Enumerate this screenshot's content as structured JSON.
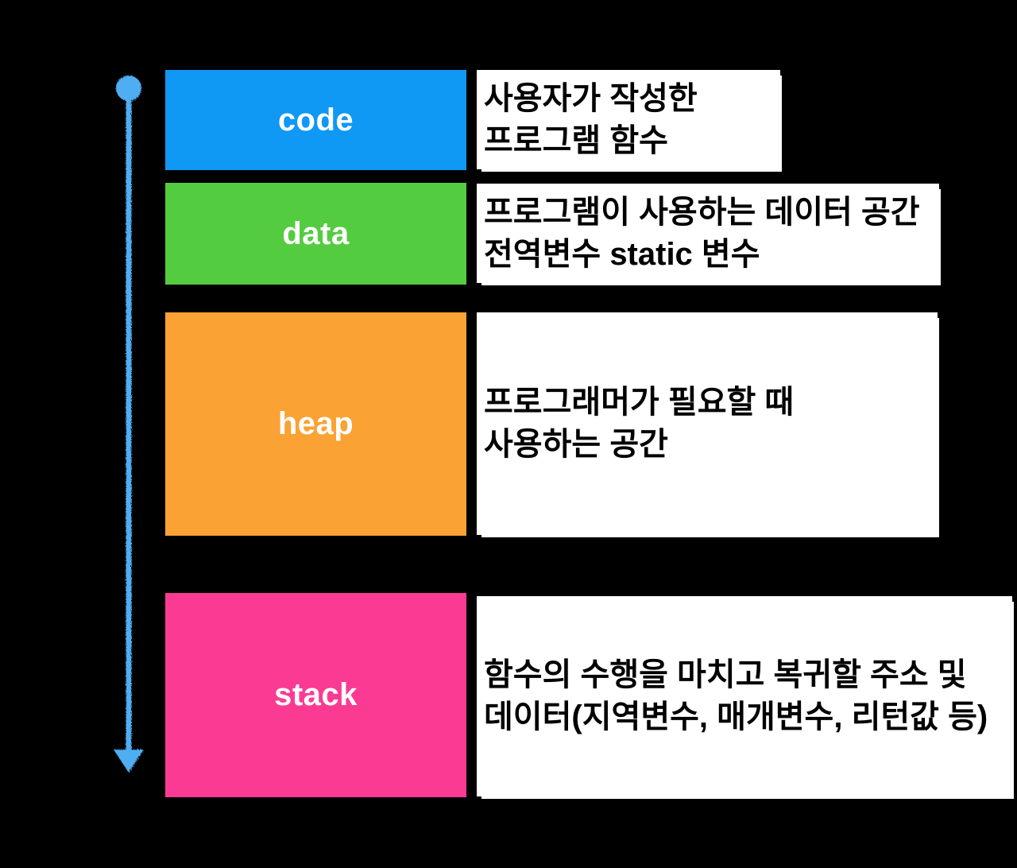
{
  "diagram": {
    "background_color": "#000000",
    "label_color": "#FFFFFF",
    "description_text_color": "#000000",
    "description_box_color": "#FFFFFF"
  },
  "arrow": {
    "semantic": "memory-address-direction-arrow-top-to-bottom",
    "color": "#4FAEF2"
  },
  "blocks": [
    {
      "label": "code",
      "color": "#0F98F4",
      "description_lines": [
        "사용자가 작성한",
        "프로그램 함수"
      ]
    },
    {
      "label": "data",
      "color": "#54CC40",
      "description_lines": [
        "프로그램이 사용하는 데이터 공간",
        "전역변수 static 변수"
      ]
    },
    {
      "label": "heap",
      "color": "#FAA233",
      "description_lines": [
        "프로그래머가 필요할 때",
        "사용하는 공간"
      ]
    },
    {
      "label": "stack",
      "color": "#FB3B93",
      "description_lines": [
        "함수의 수행을 마치고 복귀할 주소 및",
        "데이터(지역변수, 매개변수, 리턴값 등)"
      ]
    }
  ]
}
